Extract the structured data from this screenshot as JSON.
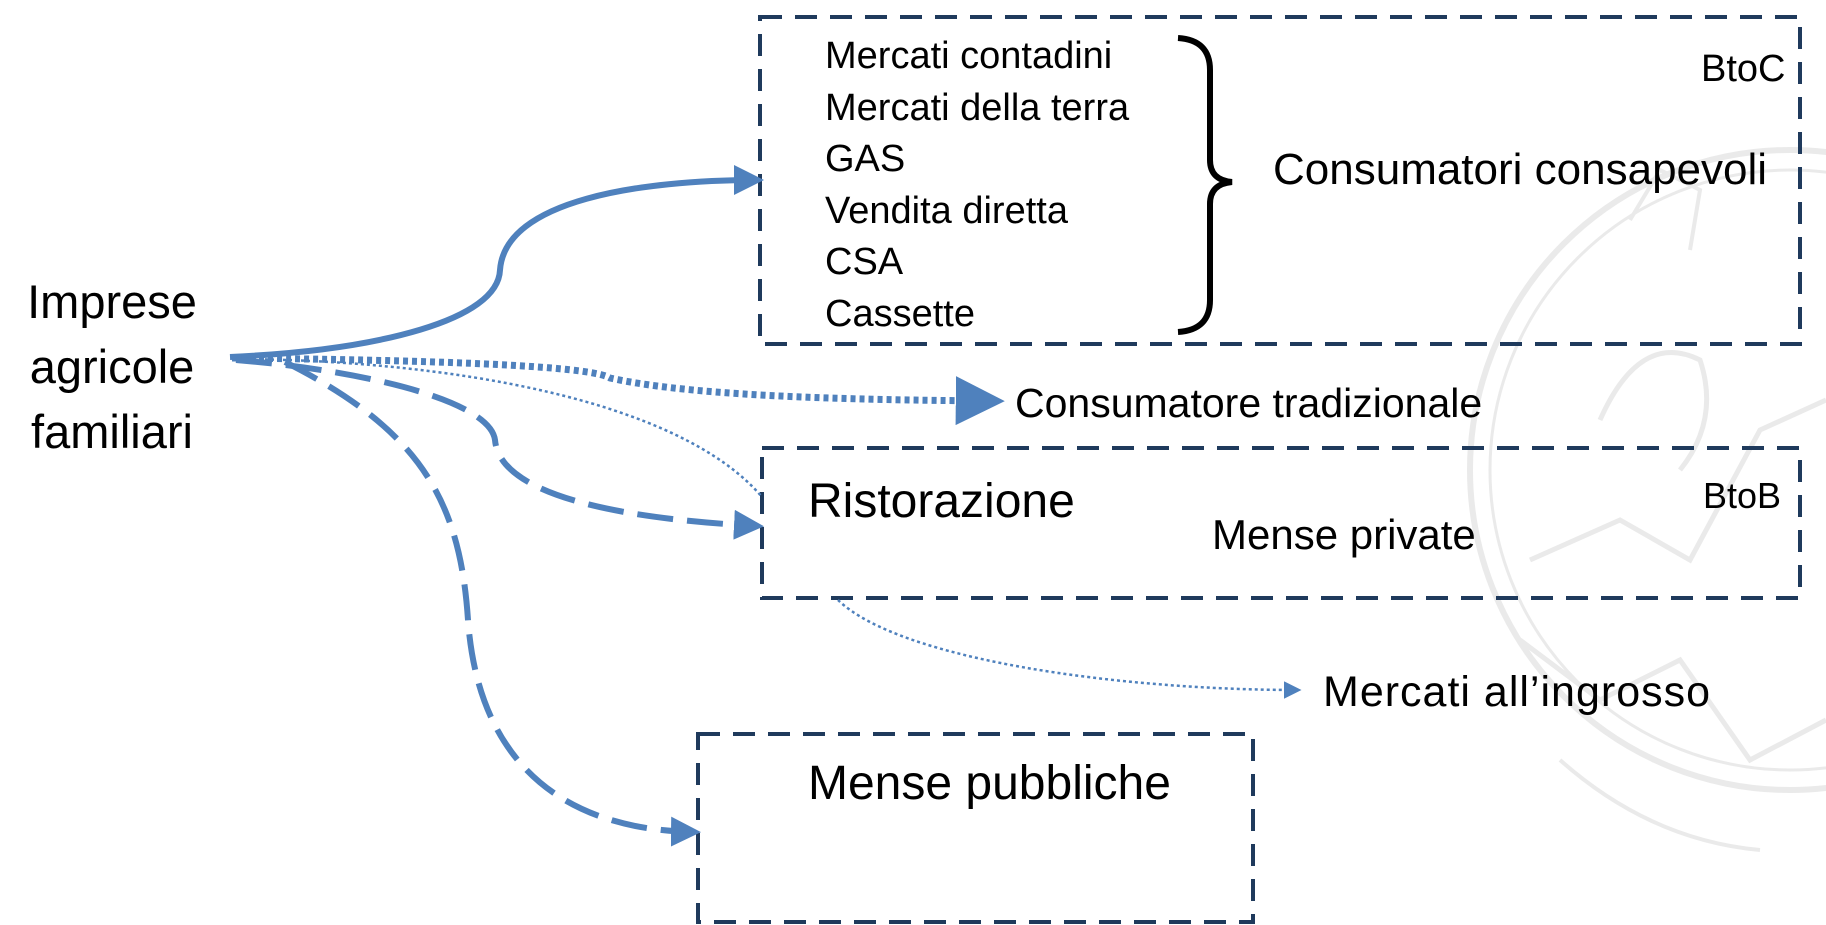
{
  "source": {
    "lines": [
      "Imprese",
      "agricole",
      "familiari"
    ]
  },
  "btoc_box": {
    "items": [
      "Mercati contadini",
      "Mercati della terra",
      "GAS",
      "Vendita diretta",
      "CSA",
      "Cassette"
    ],
    "bracket_label": "Consumatori  consapevoli",
    "tag": "BtoC"
  },
  "traditional_consumer": "Consumatore tradizionale",
  "btob_box": {
    "title": "Ristorazione",
    "subtitle": "Mense private",
    "tag": "BtoB"
  },
  "wholesale": "Mercati all’ingrosso",
  "public_box": {
    "title": "Mense pubbliche"
  },
  "colors": {
    "arrow_blue": "#4f81bd",
    "box_border": "#1f3a5c",
    "watermark": "#d9d9d9",
    "text": "#000000"
  }
}
